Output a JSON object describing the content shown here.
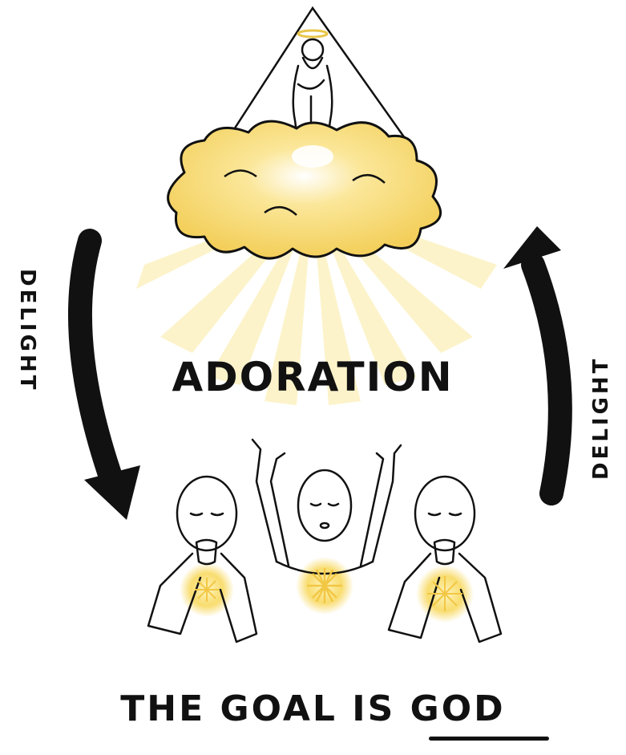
{
  "center_label": "ADORATION",
  "left_arrow_label": "DELIGHT",
  "right_arrow_label": "DELIGHT",
  "caption": {
    "prefix": "THE GOAL IS",
    "emphasis": "GOD"
  },
  "colors": {
    "ink": "#111111",
    "glow": "#f7d44c",
    "glow_light": "#fbeaa0",
    "cloud": "#f6dc82"
  }
}
